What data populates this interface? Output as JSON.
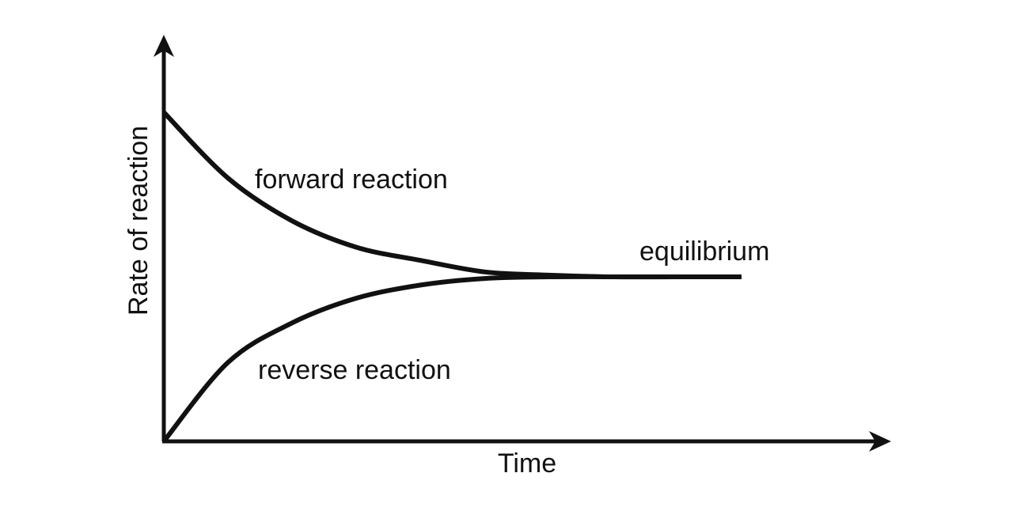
{
  "chart_data": {
    "type": "line",
    "title": "",
    "xlabel": "Time",
    "ylabel": "Rate of reaction",
    "x_ticks": "none",
    "y_ticks": "none",
    "grid": false,
    "legend": "none",
    "axis_color": "#111111",
    "line_color": "#111111",
    "xlim": [
      0,
      10
    ],
    "ylim": [
      0,
      10
    ],
    "series": [
      {
        "name": "forward reaction",
        "x": [
          0,
          1,
          2,
          3,
          4,
          5,
          6,
          7,
          8,
          9
        ],
        "y": [
          10,
          8.0,
          6.7,
          5.9,
          5.5,
          5.15,
          5.05,
          5.0,
          5.0,
          5.0
        ]
      },
      {
        "name": "reverse reaction",
        "x": [
          0,
          1,
          2,
          3,
          4,
          5,
          6,
          7,
          8,
          9
        ],
        "y": [
          0,
          2.4,
          3.6,
          4.35,
          4.75,
          4.95,
          5.0,
          5.0,
          5.0,
          5.0
        ]
      }
    ],
    "annotations": [
      {
        "text": "forward reaction",
        "target": "forward"
      },
      {
        "text": "reverse reaction",
        "target": "reverse"
      },
      {
        "text": "equilibrium",
        "target": "plateau"
      }
    ]
  }
}
